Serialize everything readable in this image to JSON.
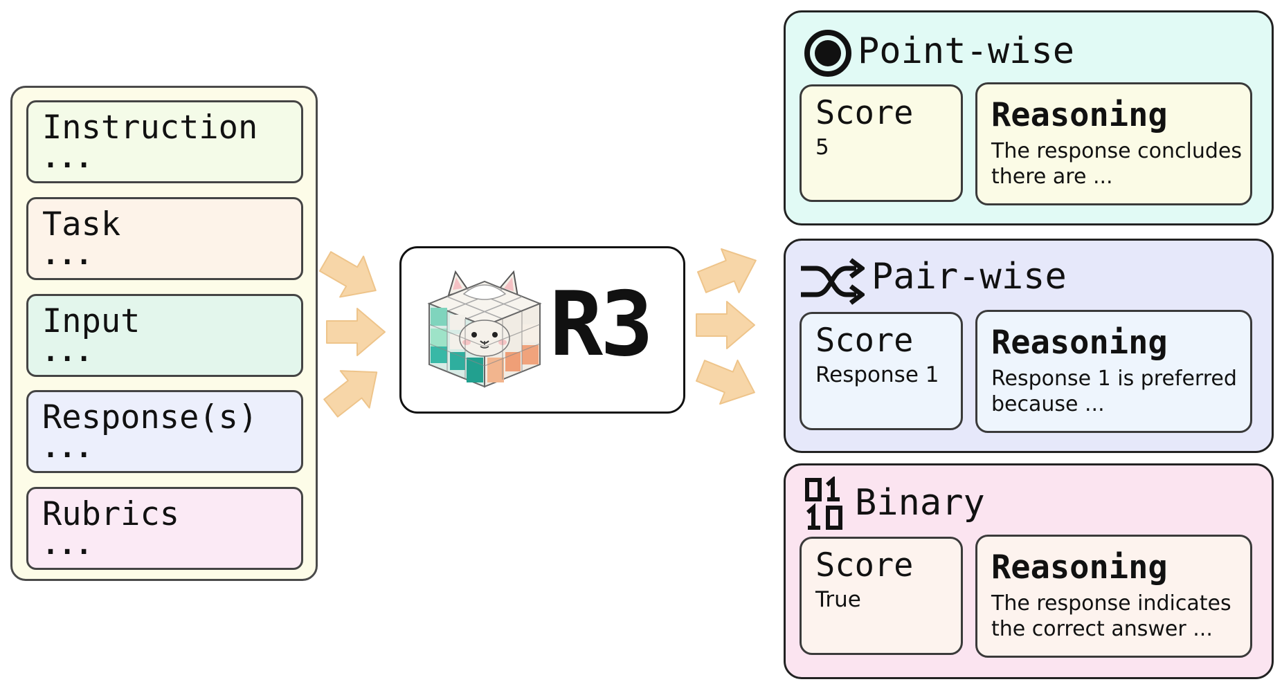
{
  "inputs": {
    "fields": [
      {
        "title": "Instruction",
        "ellipsis": "...",
        "color": "#f4fbe8"
      },
      {
        "title": "Task",
        "ellipsis": "...",
        "color": "#fdf3e9"
      },
      {
        "title": "Input",
        "ellipsis": "...",
        "color": "#e3f6ec"
      },
      {
        "title": "Response(s)",
        "ellipsis": "...",
        "color": "#eceffc"
      },
      {
        "title": "Rubrics",
        "ellipsis": "...",
        "color": "#fbeaf5"
      }
    ]
  },
  "model": {
    "name": "R3",
    "icon": "llama-rubiks-cube-icon"
  },
  "outputs": [
    {
      "title": "Point-wise",
      "icon": "target-icon",
      "color": "#e1faf5",
      "score_title": "Score",
      "score_value": "5",
      "score_color": "#fbfbe6",
      "reasoning_title": "Reasoning",
      "reasoning_value": "The response concludes there are ...",
      "reasoning_color": "#fbfbe6"
    },
    {
      "title": "Pair-wise",
      "icon": "shuffle-icon",
      "color": "#e6e8fa",
      "score_title": "Score",
      "score_value": "Response 1",
      "score_color": "#eef5fd",
      "reasoning_title": "Reasoning",
      "reasoning_value": "Response 1 is preferred because ...",
      "reasoning_color": "#eef5fd"
    },
    {
      "title": "Binary",
      "icon": "binary-digits-icon",
      "color": "#fbe4f0",
      "score_title": "Score",
      "score_value": "True",
      "score_color": "#fdf3ee",
      "reasoning_title": "Reasoning",
      "reasoning_value": "The response indicates the correct answer ...",
      "reasoning_color": "#fdf3ee"
    }
  ],
  "colors": {
    "arrow": "#f7d6a8",
    "arrow_stroke": "#eec48a",
    "input_panel_bg": "#fdfce8"
  }
}
